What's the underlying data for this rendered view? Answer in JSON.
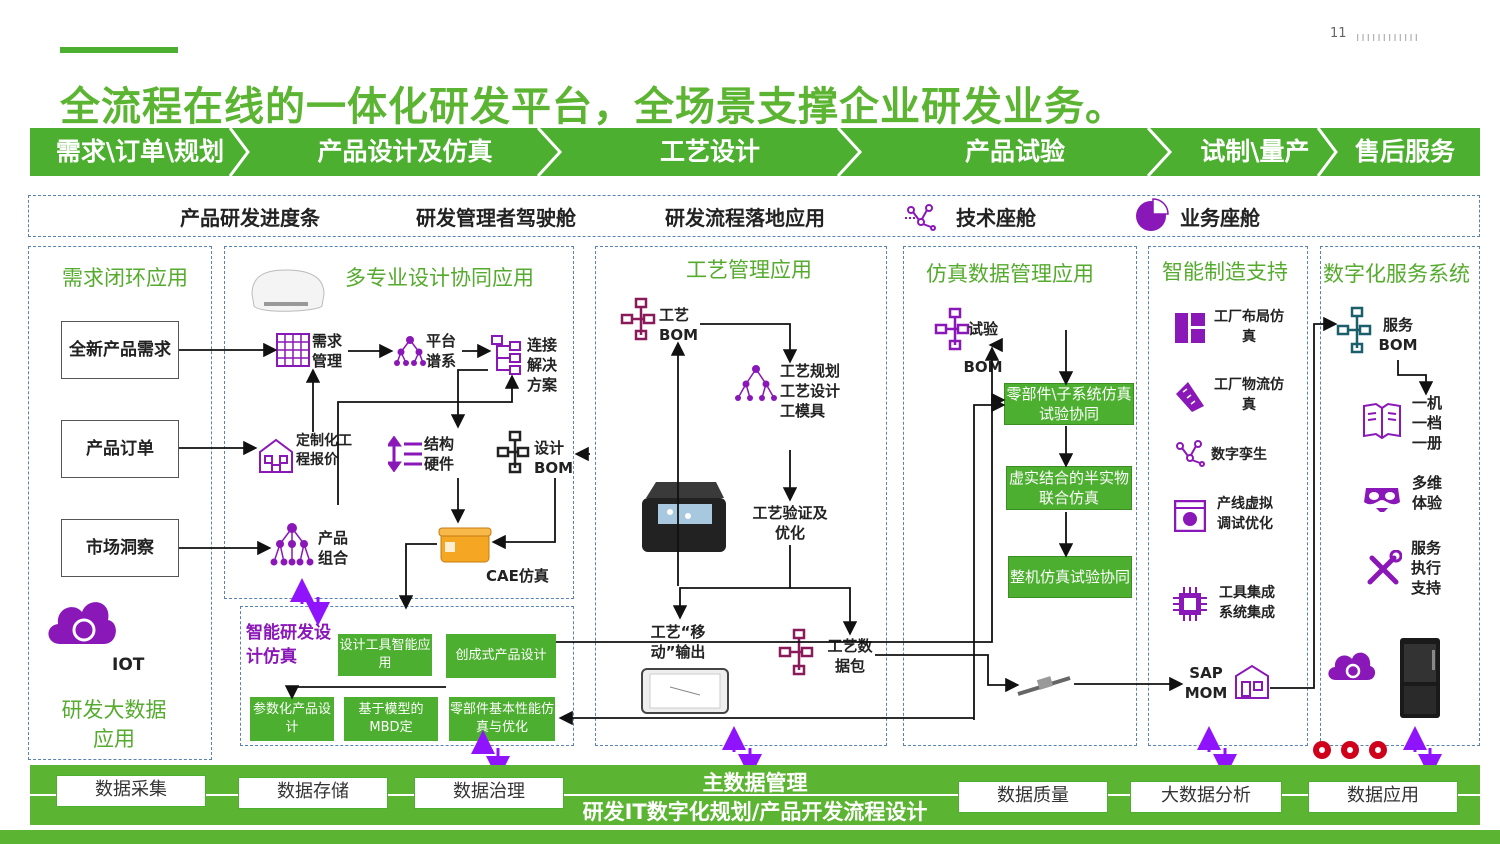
{
  "page_number": "11",
  "title": "全流程在线的一体化研发平台，全场景支撑企业研发业务。",
  "phases": [
    "需求\\订单\\规划",
    "产品设计及仿真",
    "工艺设计",
    "产品试验",
    "试制\\量产",
    "售后服务"
  ],
  "top_row": {
    "items": [
      "产品研发进度条",
      "研发管理者驾驶舱",
      "研发流程落地应用",
      "技术座舱",
      "业务座舱"
    ]
  },
  "demand": {
    "title": "需求闭环应用",
    "boxes": [
      "全新产品需求",
      "产品订单",
      "市场洞察"
    ],
    "iot": "IOT",
    "bigdata": "研发大数据应用"
  },
  "design": {
    "title": "多专业设计协同应用",
    "nodes": {
      "req_mgmt": "需求管理",
      "platform": "平台谱系",
      "connect": "连接解决方案",
      "custom": "定制化工程报价",
      "structure": "结构硬件",
      "design_bom": "设计BOM",
      "portfolio": "产品组合",
      "cae": "CAE仿真"
    },
    "smart_title": "智能研发设计仿真",
    "smart_boxes": [
      "设计工具智能应用",
      "创成式产品设计",
      "参数化产品设计",
      "基于模型的MBD定",
      "零部件基本性能仿真与优化"
    ]
  },
  "process": {
    "title": "工艺管理应用",
    "nodes": {
      "bom": "工艺BOM",
      "plan": "工艺规划工艺设计工模具",
      "verify": "工艺验证及优化",
      "mobile": "工艺“移动”输出",
      "package": "工艺数据包"
    }
  },
  "sim": {
    "title": "仿真数据管理应用",
    "test_bom": "试验BOM",
    "boxes": [
      "零部件\\子系统仿真试验协同",
      "虚实结合的半实物联合仿真",
      "整机仿真试验协同"
    ]
  },
  "manufacturing": {
    "title": "智能制造支持",
    "items": [
      "工厂布局仿真",
      "工厂物流仿真",
      "数字孪生",
      "产线虚拟调试优化",
      "工具集成系统集成"
    ],
    "sap": "SAP MOM"
  },
  "service": {
    "title": "数字化服务系统",
    "items": [
      "服务BOM",
      "一机一档一册",
      "多维体验",
      "服务执行支持"
    ]
  },
  "bottom": {
    "boxes": [
      "数据采集",
      "数据存储",
      "数据治理",
      "数据质量",
      "大数据分析",
      "数据应用"
    ],
    "center1": "主数据管理",
    "center2": "研发IT数字化规划/产品开发流程设计"
  },
  "colors": {
    "green": "#5cb532",
    "purple": "#8a17b8",
    "blue_dash": "#5a82b0"
  }
}
